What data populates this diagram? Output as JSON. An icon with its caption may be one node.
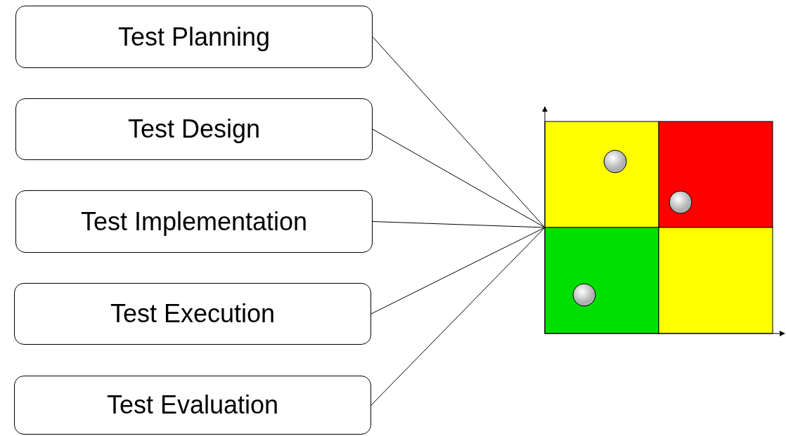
{
  "diagram": {
    "nodes": [
      {
        "text": [
          "Test Planning"
        ]
      },
      {
        "text": [
          "Test Design"
        ]
      },
      {
        "text": [
          "Test Implementation"
        ]
      },
      {
        "text": [
          "Test Execution"
        ]
      },
      {
        "text": [
          "Test Evaluation"
        ]
      },
      {
        "text": [],
        "shape": "picture"
      }
    ],
    "edges": [
      {
        "from": 0,
        "to": 5,
        "arrow": "none"
      },
      {
        "from": 1,
        "to": 5,
        "arrow": "none"
      },
      {
        "from": 2,
        "to": 5,
        "arrow": "none"
      },
      {
        "from": 3,
        "to": 5,
        "arrow": "none"
      },
      {
        "from": 4,
        "to": 5,
        "arrow": "none"
      }
    ]
  }
}
